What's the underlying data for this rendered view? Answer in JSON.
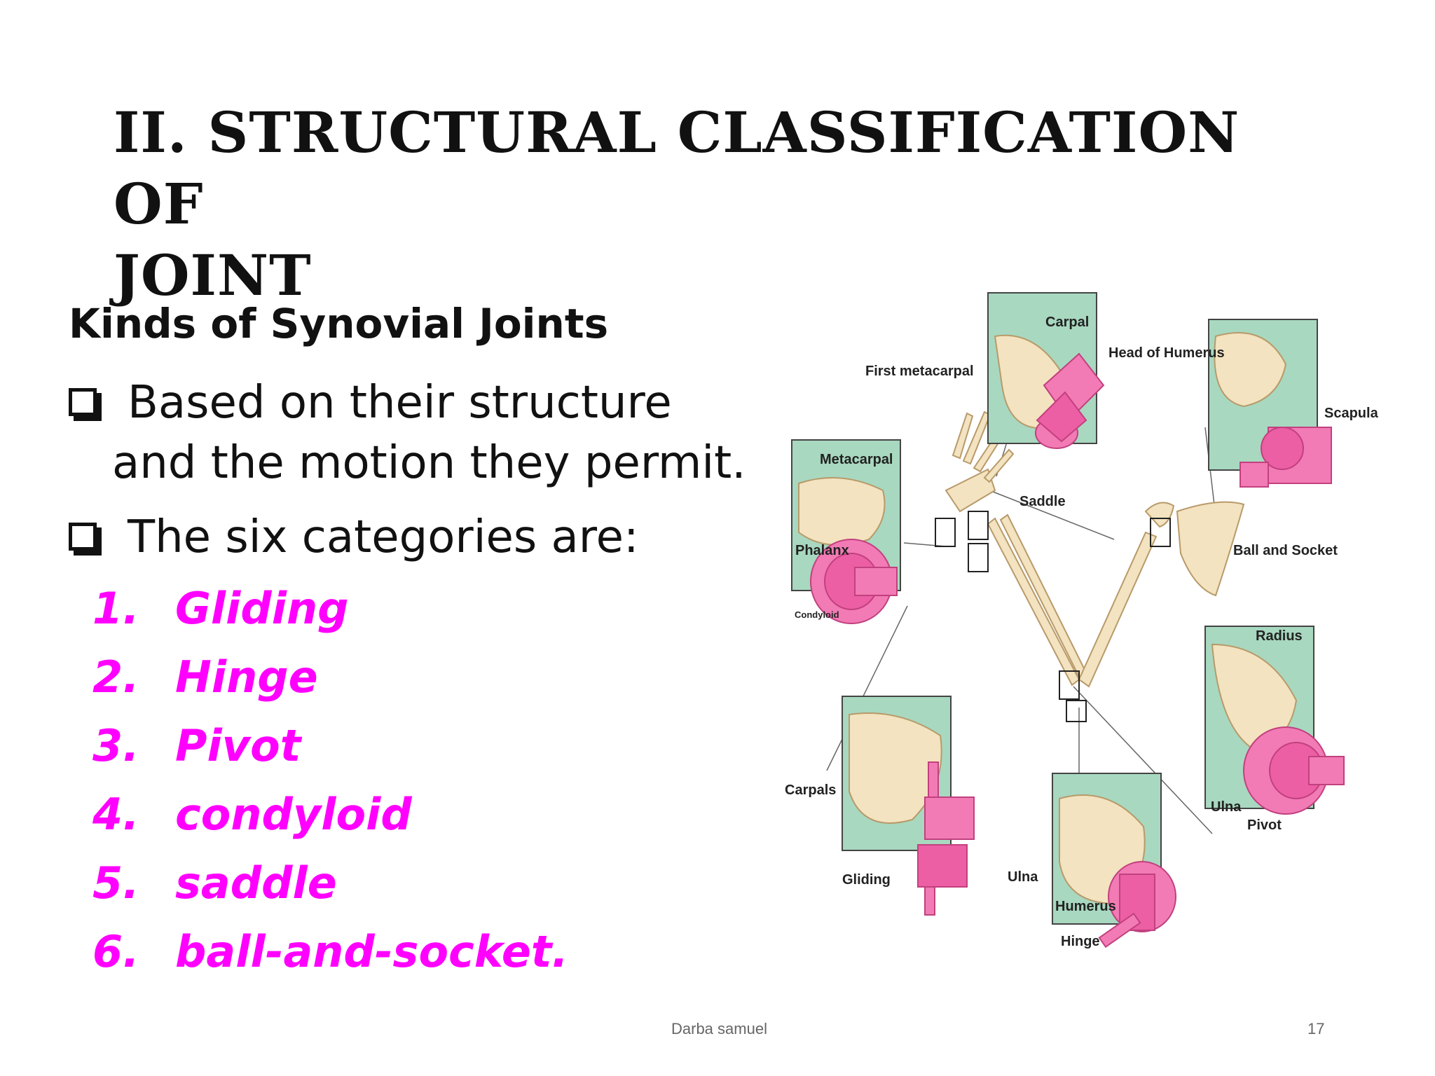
{
  "colors": {
    "accent": "#ff00ff",
    "joint_pink": "#f27bb5",
    "panel_green": "#a8d8c0",
    "bone": "#f3e3c0"
  },
  "slide": {
    "title_line1": "II. Structural Classification of",
    "title_line2": "joint",
    "subtitle": "Kinds of Synovial Joints",
    "bullet1_line1": "Based on their structure",
    "bullet1_line2": "and the motion they permit.",
    "bullet2": "The six categories are:",
    "categories": [
      {
        "num": "1.",
        "label": "Gliding"
      },
      {
        "num": "2.",
        "label": "Hinge"
      },
      {
        "num": "3.",
        "label": "Pivot"
      },
      {
        "num": "4.",
        "label": "condyloid"
      },
      {
        "num": "5.",
        "label": "saddle"
      },
      {
        "num": "6.",
        "label": "ball-and-socket."
      }
    ]
  },
  "figure": {
    "labels": {
      "carpal": "Carpal",
      "first_metacarpal": "First metacarpal",
      "saddle": "Saddle",
      "head_of_humerus": "Head of Humerus",
      "scapula": "Scapula",
      "ball_and_socket": "Ball and Socket",
      "metacarpal": "Metacarpal",
      "phalanx": "Phalanx",
      "condyloid": "Condyloid",
      "radius": "Radius",
      "ulna_right": "Ulna",
      "pivot": "Pivot",
      "carpals": "Carpals",
      "gliding": "Gliding",
      "ulna_bottom": "Ulna",
      "humerus": "Humerus",
      "hinge": "Hinge"
    }
  },
  "footer": {
    "author": "Darba samuel",
    "page": "17"
  }
}
